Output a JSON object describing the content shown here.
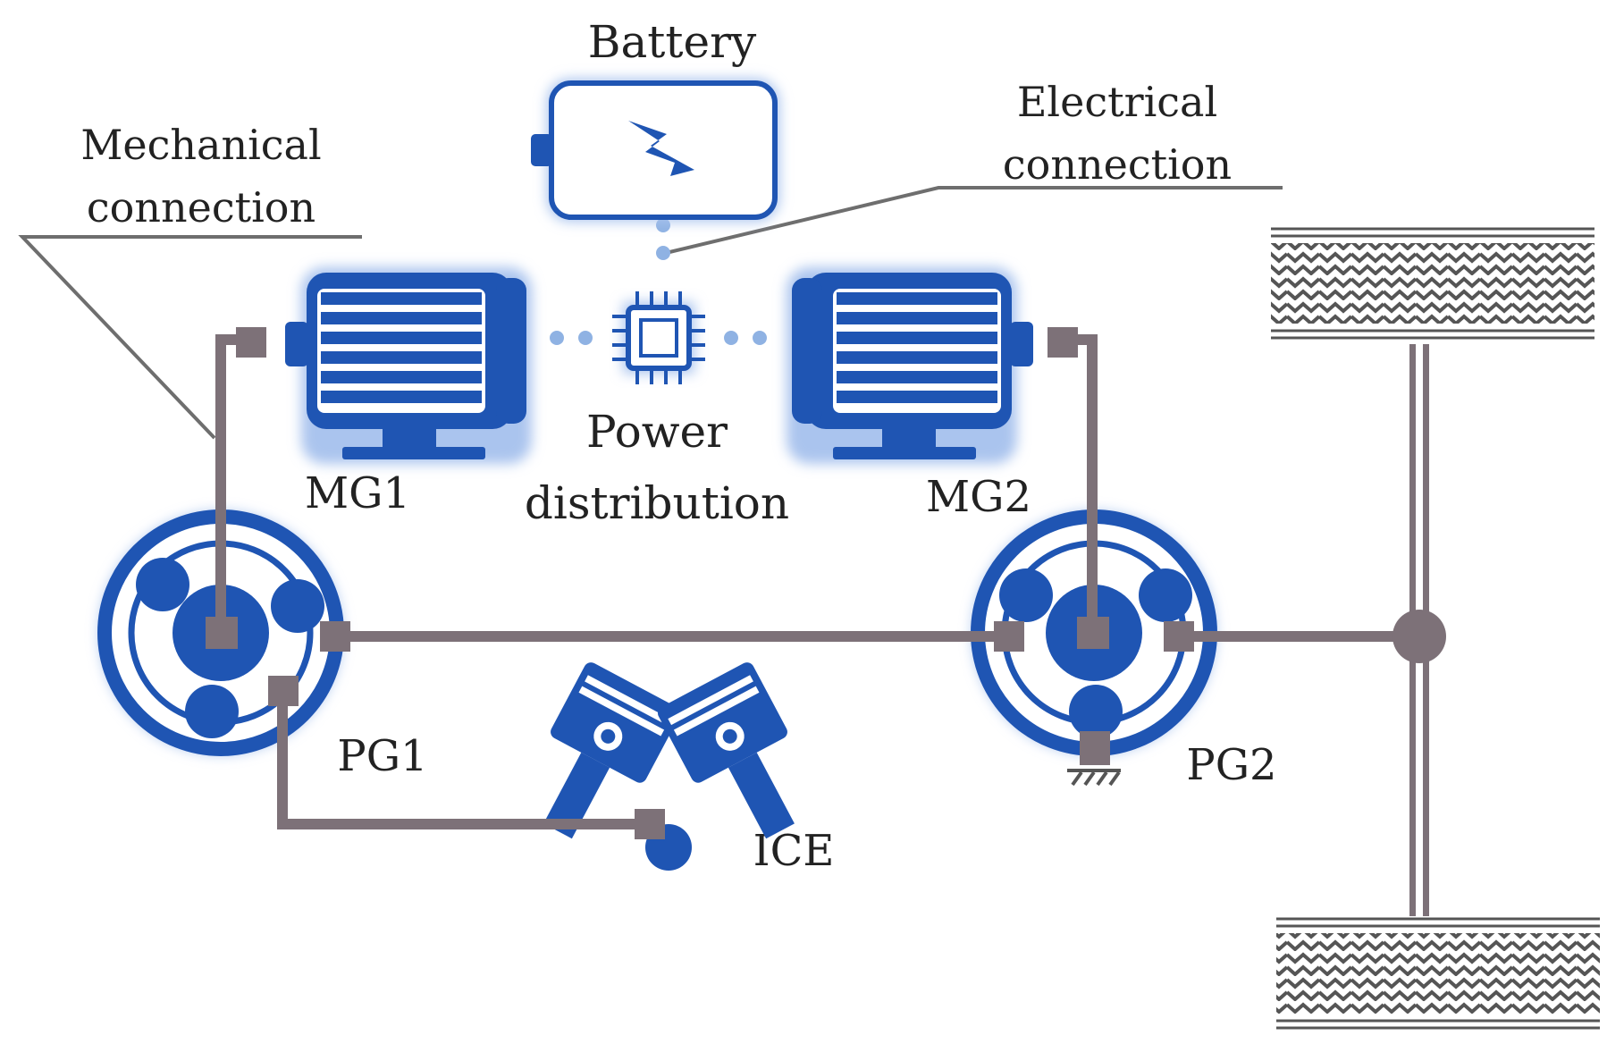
{
  "labels": {
    "battery": "Battery",
    "mechanical_line1": "Mechanical",
    "mechanical_line2": "connection",
    "electrical_line1": "Electrical",
    "electrical_line2": "connection",
    "power_line1": "Power",
    "power_line2": "distribution",
    "mg1": "MG1",
    "mg2": "MG2",
    "pg1": "PG1",
    "pg2": "PG2",
    "ice": "ICE"
  },
  "colors": {
    "component_blue": "#1f55b3",
    "glow_blue": "#aac4ee",
    "shaft_gray": "#7d7178",
    "leader_gray": "#6e6e6e",
    "dot_blue": "#8fb2e3",
    "text": "#222222",
    "tire_dark": "#555555"
  },
  "icons": {
    "battery": "battery-icon",
    "bolt": "lightning-bolt-icon",
    "chip": "chip-icon",
    "motor": "electric-motor-icon",
    "gear": "planetary-gear-icon",
    "engine": "v-engine-pistons-icon",
    "wheel": "wheel-tire-icon",
    "ground": "ground-symbol-icon"
  }
}
